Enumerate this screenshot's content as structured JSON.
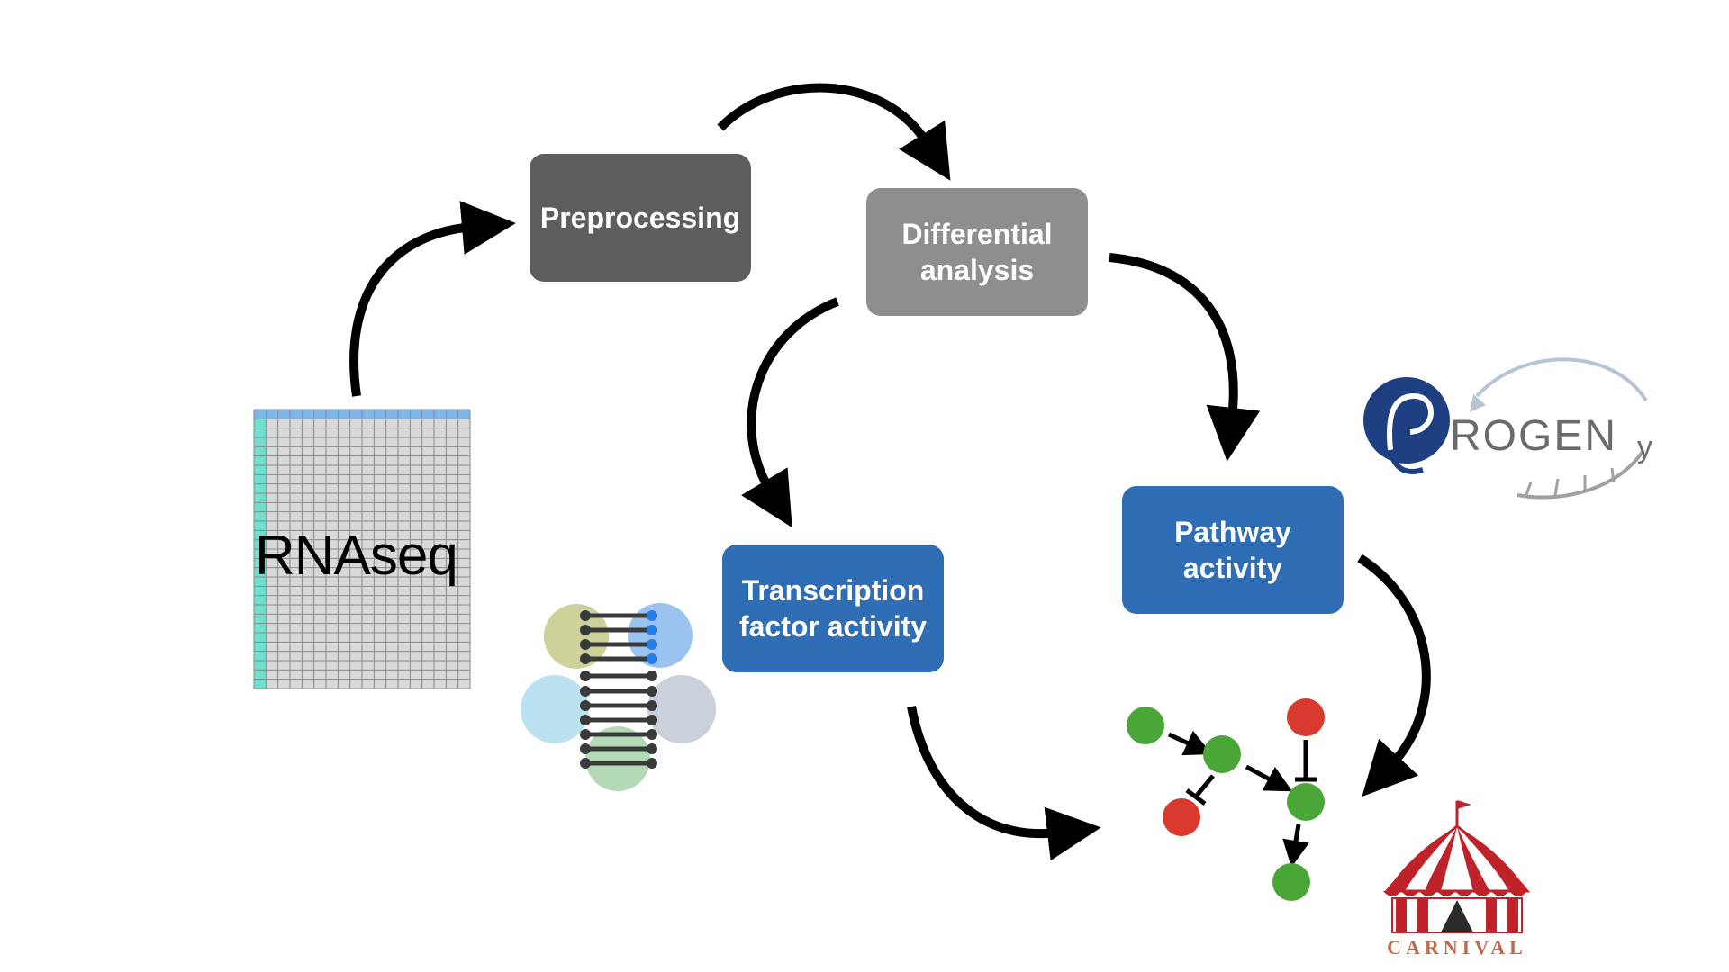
{
  "steps": {
    "preprocessing": "Preprocessing",
    "differential_analysis": [
      "Differential",
      "analysis"
    ],
    "transcription_factor_activity": [
      "Transcription",
      "factor activity"
    ],
    "pathway_activity": [
      "Pathway",
      "activity"
    ]
  },
  "data_source": {
    "label": "RNAseq"
  },
  "tools": {
    "progeny_logo_text": "ROGEN",
    "progeny_logo_sub": "y",
    "carnival_logo_text": "CARNIVAL"
  },
  "colors": {
    "preprocessing_box": "#5d5d5d",
    "differential_box": "#8e8e8e",
    "activity_box": "#2f6db4",
    "node_green": "#4aa637",
    "node_red": "#d83a2e",
    "arrow": "#000000"
  }
}
